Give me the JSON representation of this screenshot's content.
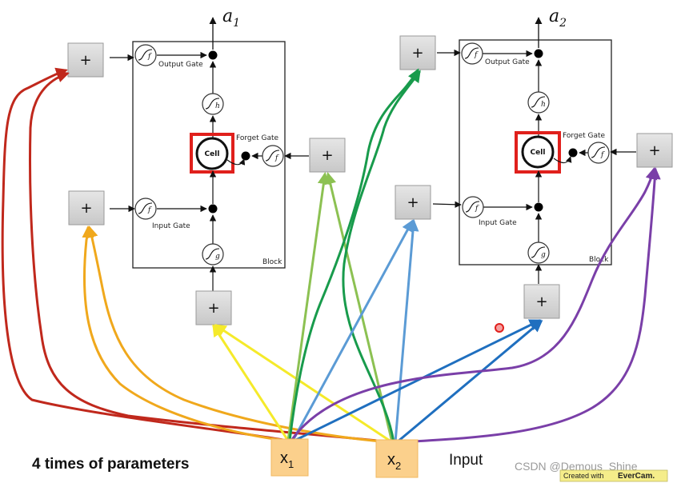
{
  "outputs": {
    "left_var": "a",
    "left_sub": "1",
    "right_var": "a",
    "right_sub": "2"
  },
  "block1": {
    "output_gate": "Output Gate",
    "forget_gate": "Forget Gate",
    "input_gate": "Input Gate",
    "block": "Block",
    "cell": "Cell",
    "f_out": "f",
    "h": "h",
    "f_forget": "f",
    "f_in": "f",
    "g": "g"
  },
  "block2": {
    "output_gate": "Output Gate",
    "forget_gate": "Forget Gate",
    "input_gate": "Input Gate",
    "block": "Block",
    "cell": "Cell",
    "f_out": "f",
    "h": "h",
    "f_forget": "f",
    "f_in": "f",
    "g": "g"
  },
  "plus_symbol": "+",
  "inputs": {
    "x1_var": "x",
    "x1_sub": "1",
    "x2_var": "x",
    "x2_sub": "2",
    "input_label": "Input"
  },
  "caption": "4 times of parameters",
  "watermark": "CSDN @Demous_Shine",
  "evercam": {
    "created_with": "Created with",
    "brand": "EverCam."
  },
  "colors": {
    "red": "#c0281c",
    "orange": "#f0a81c",
    "yellow": "#f5ea2a",
    "dark_green": "#189b4c",
    "light_green": "#8cc152",
    "light_blue": "#5b9bd5",
    "dark_blue": "#1f6fbf",
    "purple": "#7a3fa8",
    "input_box": "#fbd08c",
    "plus_box": "#d6d6d6",
    "highlight": "#e0201c"
  }
}
